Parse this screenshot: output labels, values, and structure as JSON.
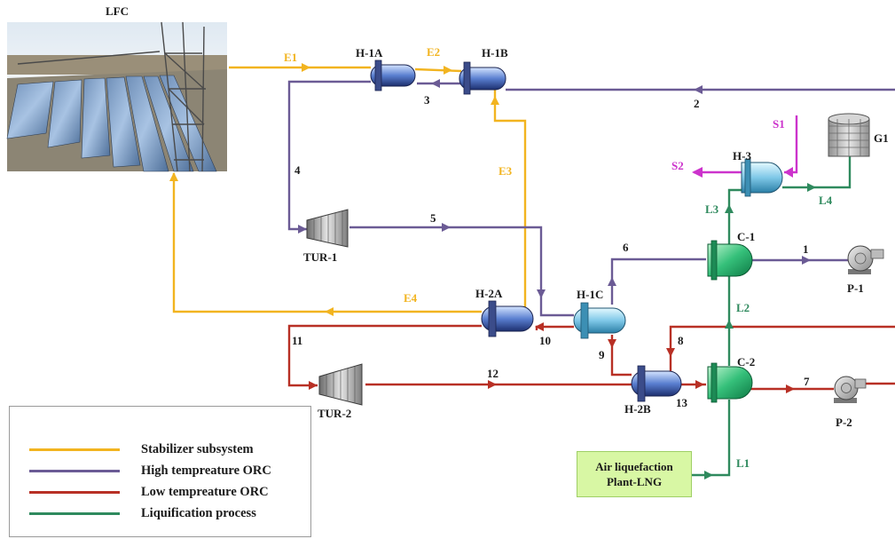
{
  "colors": {
    "stabilizer": "#f2b420",
    "high_orc": "#6b5b95",
    "low_orc": "#b83025",
    "liquefaction": "#2f8a5e",
    "streams_s": "#cc33cc"
  },
  "units": {
    "lfc": "LFC",
    "h1a": "H-1A",
    "h1b": "H-1B",
    "h1c": "H-1C",
    "h2a": "H-2A",
    "h2b": "H-2B",
    "h3": "H-3",
    "tur1": "TUR-1",
    "tur2": "TUR-2",
    "c1": "C-1",
    "c2": "C-2",
    "p1": "P-1",
    "p2": "P-2",
    "g1": "G1"
  },
  "streams": {
    "e1": "E1",
    "e2": "E2",
    "e3": "E3",
    "e4": "E4",
    "s1": "S1",
    "s2": "S2",
    "l1": "L1",
    "l2": "L2",
    "l3": "L3",
    "l4": "L4",
    "n1": "1",
    "n2": "2",
    "n3": "3",
    "n4": "4",
    "n5": "5",
    "n6": "6",
    "n7": "7",
    "n8": "8",
    "n9": "9",
    "n10": "10",
    "n11": "11",
    "n12": "12",
    "n13": "13"
  },
  "plant": {
    "line1": "Air liquefaction",
    "line2": "Plant-LNG"
  },
  "legend": [
    {
      "label": "Stabilizer subsystem",
      "color": "#f2b420"
    },
    {
      "label": "High tempreature ORC",
      "color": "#6b5b95"
    },
    {
      "label": "Low tempreature ORC",
      "color": "#b83025"
    },
    {
      "label": "Liquification process",
      "color": "#2f8a5e"
    }
  ]
}
